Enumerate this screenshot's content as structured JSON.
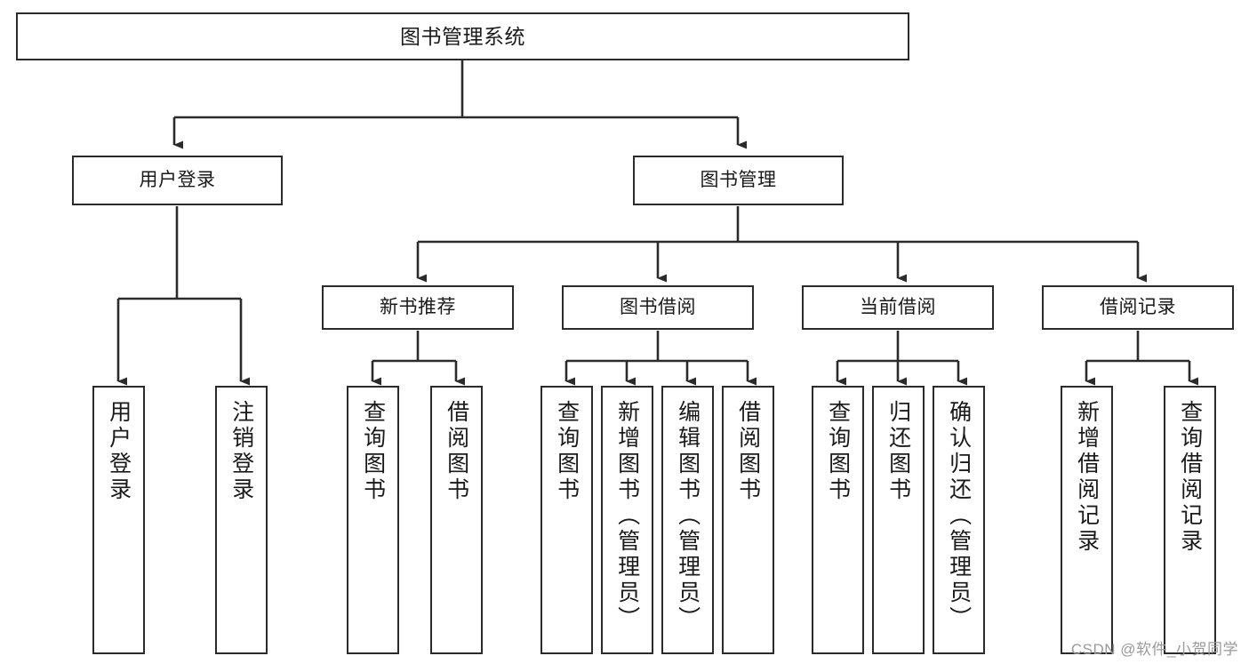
{
  "diagram": {
    "title": "图书管理系统",
    "type": "tree",
    "watermark": "CSDN @软件_小贺同学",
    "colors": {
      "stroke": "#2b2b2b",
      "fill": "#ffffff",
      "text": "#1a1a1a",
      "watermark": "#9a9a9a"
    },
    "root": {
      "label": "图书管理系统"
    },
    "level1": [
      {
        "label": "用户登录"
      },
      {
        "label": "图书管理"
      }
    ],
    "level2": [
      {
        "label": "新书推荐"
      },
      {
        "label": "图书借阅"
      },
      {
        "label": "当前借阅"
      },
      {
        "label": "借阅记录"
      }
    ],
    "leaves": [
      {
        "label": "用户登录",
        "parent": "用户登录"
      },
      {
        "label": "注销登录",
        "parent": "用户登录"
      },
      {
        "label": "查询图书",
        "parent": "新书推荐"
      },
      {
        "label": "借阅图书",
        "parent": "新书推荐"
      },
      {
        "label": "查询图书",
        "parent": "图书借阅"
      },
      {
        "label": "新增图书（管理员）",
        "parent": "图书借阅"
      },
      {
        "label": "编辑图书（管理员）",
        "parent": "图书借阅"
      },
      {
        "label": "借阅图书",
        "parent": "图书借阅"
      },
      {
        "label": "查询图书",
        "parent": "当前借阅"
      },
      {
        "label": "归还图书",
        "parent": "当前借阅"
      },
      {
        "label": "确认归还（管理员）",
        "parent": "当前借阅"
      },
      {
        "label": "新增借阅记录",
        "parent": "借阅记录"
      },
      {
        "label": "查询借阅记录",
        "parent": "借阅记录"
      }
    ]
  }
}
